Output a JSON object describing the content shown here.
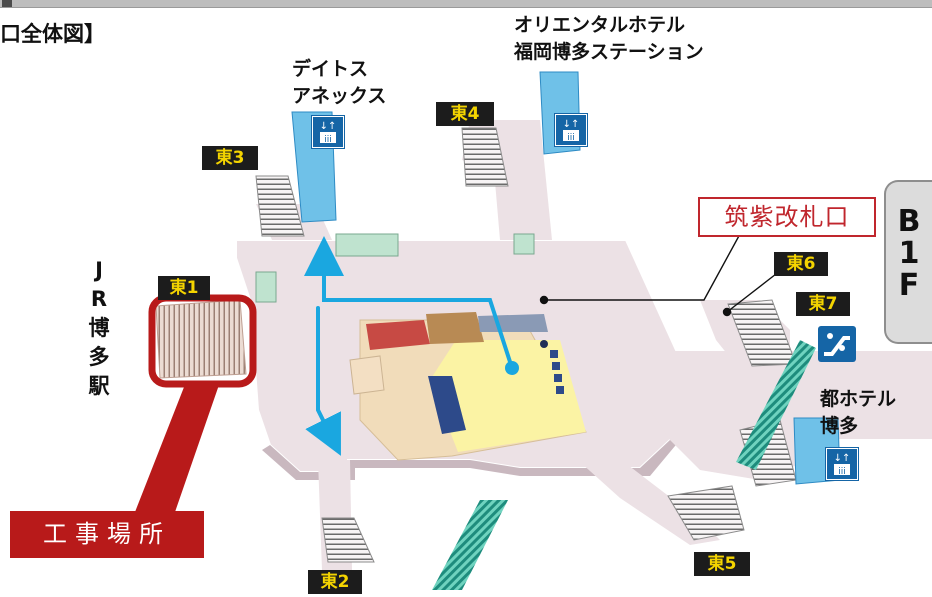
{
  "header": {
    "title": "口全体図】"
  },
  "places": {
    "daytos_annex_line1": "デイトス",
    "daytos_annex_line2": "アネックス",
    "oriental_line1": "オリエンタルホテル",
    "oriental_line2": "福岡博多ステーション",
    "miyako_line1": "都ホテル",
    "miyako_line2": "博多"
  },
  "jr_station": {
    "chars": [
      "J",
      "R",
      "博",
      "多",
      "駅"
    ]
  },
  "gate": {
    "label": "筑紫改札口"
  },
  "floor": {
    "chars": [
      "B",
      "1",
      "F"
    ]
  },
  "construction": {
    "label": "工事場所"
  },
  "exits": {
    "e1": "東1",
    "e2": "東2",
    "e3": "東3",
    "e4": "東4",
    "e5": "東5",
    "e6": "東6",
    "e7": "東7"
  },
  "colors": {
    "concourse": "#ece1e5",
    "route_arrow": "#1aa7e0",
    "construction": "#b81a1a",
    "exit_badge": "#1c1c1c",
    "exit_text": "#f4d400",
    "elevator": "#1565a6",
    "escalator_stripes": "#2fb09a",
    "gate_border": "#c0262d"
  },
  "icons": [
    "elevator-icon",
    "escalator-icon",
    "route-arrow-up",
    "route-arrow-down",
    "leader-line"
  ]
}
